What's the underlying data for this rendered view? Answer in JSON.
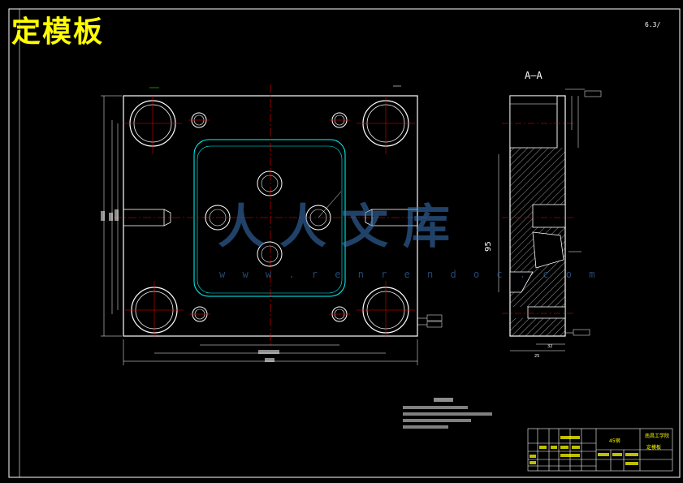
{
  "drawing": {
    "title": "定模板",
    "section_view_label": "A–A",
    "roughness_mark": "6.3∕",
    "watermark": {
      "text": "人人文库",
      "url": "w w w . r e n r e n d o c . c o m"
    },
    "dimensions": {
      "side_view_height": "95",
      "side_bottom_a": "25",
      "side_bottom_b": "32"
    },
    "title_block": {
      "part_name": "定模板",
      "material": "45钢",
      "school": "南昌工学院"
    },
    "colors": {
      "background": "#000000",
      "outline": "#ffffff",
      "center_line": "#ff0000",
      "title": "#ffff00",
      "cavity": "#00ffff",
      "hatch": "#ffffff",
      "watermark": "#3c78be"
    }
  }
}
